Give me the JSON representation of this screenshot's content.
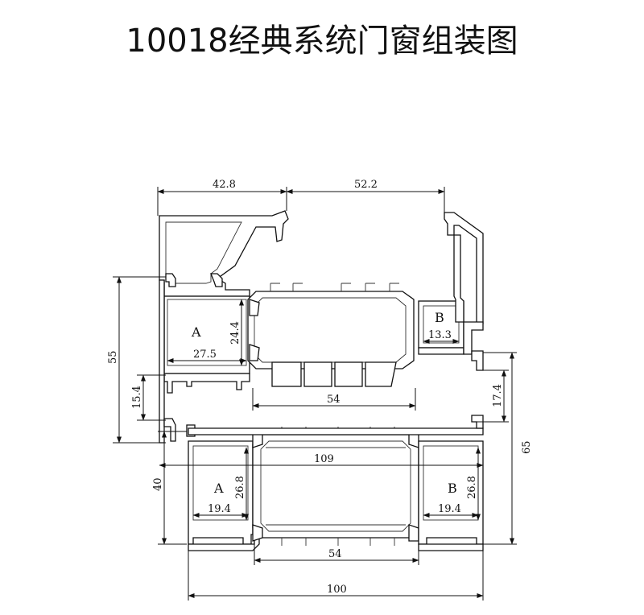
{
  "title": "10018经典系统门窗组装图",
  "dimensions": {
    "top_left_width": "42.8",
    "top_right_width": "52.2",
    "left_total_height": "55",
    "left_lower_height": "15.4",
    "sash_chamber_a_height": "24.4",
    "sash_chamber_a_width": "27.5",
    "sash_chamber_b_width": "13.3",
    "sash_glass_width": "54",
    "right_upper_height": "17.4",
    "frame_total_width": "109",
    "frame_left_height": "40",
    "frame_right_height": "65",
    "frame_chamber_a_height": "26.8",
    "frame_chamber_a_width": "19.4",
    "frame_chamber_b_height": "26.8",
    "frame_chamber_b_width": "19.4",
    "frame_glass_width": "54",
    "bottom_total_width": "100"
  },
  "labels": {
    "sash_a": "A",
    "sash_b": "B",
    "frame_a": "A",
    "frame_b": "B"
  }
}
